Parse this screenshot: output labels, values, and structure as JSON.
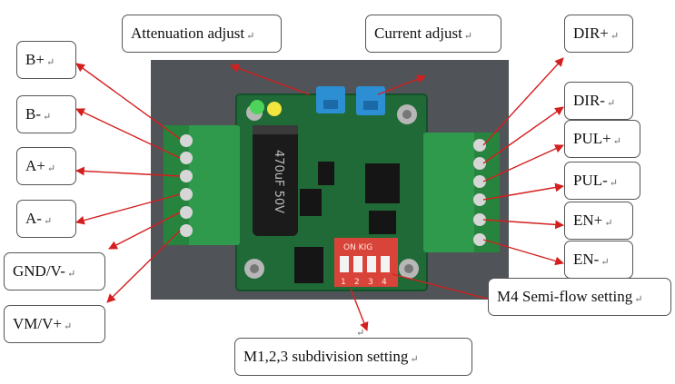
{
  "labels": {
    "b_plus": "B+",
    "b_minus": "B-",
    "a_plus": "A+",
    "a_minus": "A-",
    "gnd": "GND/V-",
    "vm": "VM/V+",
    "attenuation": "Attenuation adjust",
    "current": "Current adjust",
    "dir_plus": "DIR+",
    "dir_minus": "DIR-",
    "pul_plus": "PUL+",
    "pul_minus": "PUL-",
    "en_plus": "EN+",
    "en_minus": "EN-",
    "m4": "M4 Semi-flow setting",
    "m123": "M1,2,3 subdivision setting",
    "para_mark": "↵"
  },
  "board": {
    "capacitor_text": "470uF 50V",
    "dip_header": "ON KIG",
    "dip_numbers": [
      "1",
      "2",
      "3",
      "4"
    ]
  },
  "colors": {
    "arrow": "#d41f1f",
    "pcb": "#1f6a36",
    "terminal": "#2f9a4c",
    "photo_bg": "#555a5e",
    "dip": "#d9443a",
    "trimpot": "#2d8fd3"
  }
}
